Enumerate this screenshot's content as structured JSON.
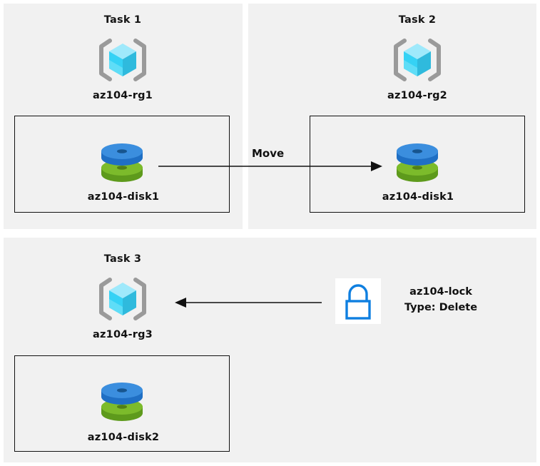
{
  "diagram": {
    "title_hidden": "",
    "colors": {
      "panel_bg": "#f1f1f1",
      "page_bg": "#ffffff",
      "box_border": "#111111",
      "arrow": "#111111",
      "cube_top": "#9fe9fb",
      "cube_left": "#35d2f5",
      "cube_right": "#2fbadd",
      "bracket": "#9a9a9a",
      "disk_blue": "#3b8ede",
      "disk_blue_side": "#1f6fc4",
      "disk_green": "#7cbb2b",
      "disk_green_side": "#5e9a1c",
      "lock_blue": "#0f7fe0",
      "lock_box_bg": "#ffffff"
    }
  },
  "panels": [
    {
      "id": "task1",
      "task_title": "Task 1",
      "resource_group_label": "az104-rg1",
      "resource_group_icon": "resource-group-cube-icon",
      "inner_resource_label": "az104-disk1",
      "inner_resource_icon": "managed-disk-icon"
    },
    {
      "id": "task2",
      "task_title": "Task 2",
      "resource_group_label": "az104-rg2",
      "resource_group_icon": "resource-group-cube-icon",
      "inner_resource_label": "az104-disk1",
      "inner_resource_icon": "managed-disk-icon"
    },
    {
      "id": "task3",
      "task_title": "Task 3",
      "resource_group_label": "az104-rg3",
      "resource_group_icon": "resource-group-cube-icon",
      "inner_resource_label": "az104-disk2",
      "inner_resource_icon": "managed-disk-icon"
    }
  ],
  "connectors": {
    "move": {
      "label": "Move",
      "direction": "right",
      "from": "task1-disk",
      "to": "task2-disk"
    },
    "lock_apply": {
      "label": "",
      "direction": "left",
      "from": "az104-lock",
      "to": "task3-resource-group"
    }
  },
  "lock": {
    "icon": "padlock-icon",
    "name": "az104-lock",
    "type_line": "Type: Delete"
  }
}
